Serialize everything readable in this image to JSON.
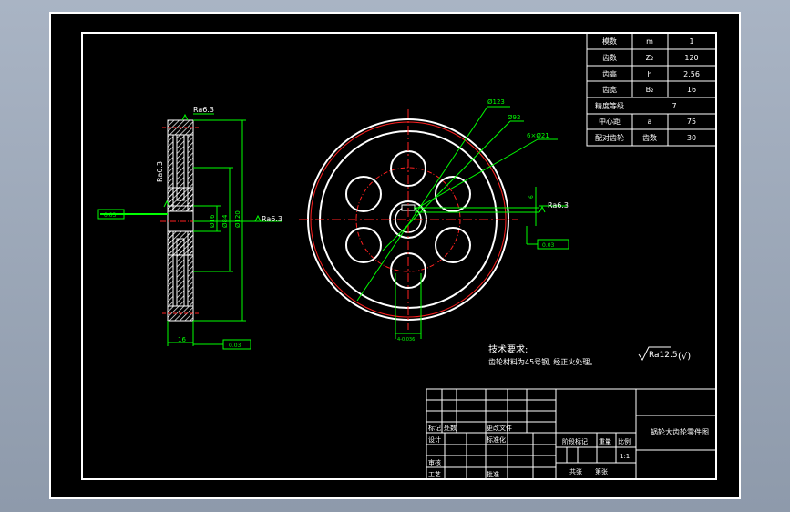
{
  "params": [
    {
      "name": "模数",
      "symbol": "m",
      "value": "1"
    },
    {
      "name": "齿数",
      "symbol": "Z₂",
      "value": "120"
    },
    {
      "name": "齿高",
      "symbol": "h",
      "value": "2.56"
    },
    {
      "name": "齿宽",
      "symbol": "B₂",
      "value": "16"
    },
    {
      "name": "精度等级",
      "symbol": "",
      "value": "7"
    },
    {
      "name": "中心距",
      "symbol": "a",
      "value": "75"
    },
    {
      "name": "配对齿轮",
      "symbol": "齿数",
      "value": "30"
    }
  ],
  "dims": {
    "d123": "Ø123",
    "d92": "Ø92",
    "holes": "6×Ø21",
    "rough_side_top": "Ra6.3",
    "rough_side_mid": "Ra6.3",
    "rough_side_right": "Ra6.3",
    "rough_front": "Ra6.3",
    "dia_120": "Ø120",
    "dia_84": "Ø84",
    "dia_bore": "Ø16",
    "width_16": "16",
    "tol_a": "0.03",
    "tol_b": "0.03",
    "tol_c": "0.03",
    "key_w": "4-0.036",
    "key_h": "6"
  },
  "notes": {
    "title": "技术要求:",
    "line1": "齿轮材料为45号钢, 经正火处理。",
    "rough_general": "Ra12.5",
    "rough_paren": "(√)"
  },
  "titleblock": {
    "mark": "标记",
    "count": "处数",
    "doc": "更改文件",
    "design": "设计",
    "std": "标准化",
    "check": "审核",
    "process": "工艺",
    "approve": "批准",
    "stage": "阶段标记",
    "weight": "重量",
    "scale": "比例",
    "scale_val": "1:1",
    "sheets": "共张",
    "sheet": "第张",
    "drawing_name": "蜗轮大齿轮零件图"
  },
  "colors": {
    "bg": "#000000",
    "line": "#ffffff",
    "dim": "#00ff00",
    "center": "#ff2020",
    "hatch": "#d040d0"
  }
}
